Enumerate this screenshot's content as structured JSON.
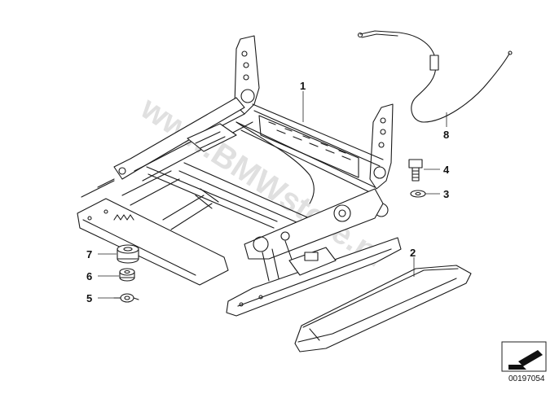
{
  "diagram": {
    "watermark": "www.BMWstore.pl",
    "document_number": "00197054",
    "callouts": [
      {
        "id": "1",
        "label": "1"
      },
      {
        "id": "2",
        "label": "2"
      },
      {
        "id": "3",
        "label": "3"
      },
      {
        "id": "4",
        "label": "4"
      },
      {
        "id": "5",
        "label": "5"
      },
      {
        "id": "6",
        "label": "6"
      },
      {
        "id": "7",
        "label": "7"
      },
      {
        "id": "8",
        "label": "8"
      }
    ],
    "icons": {
      "corner_arrow": "arrow-down-left-icon"
    }
  }
}
